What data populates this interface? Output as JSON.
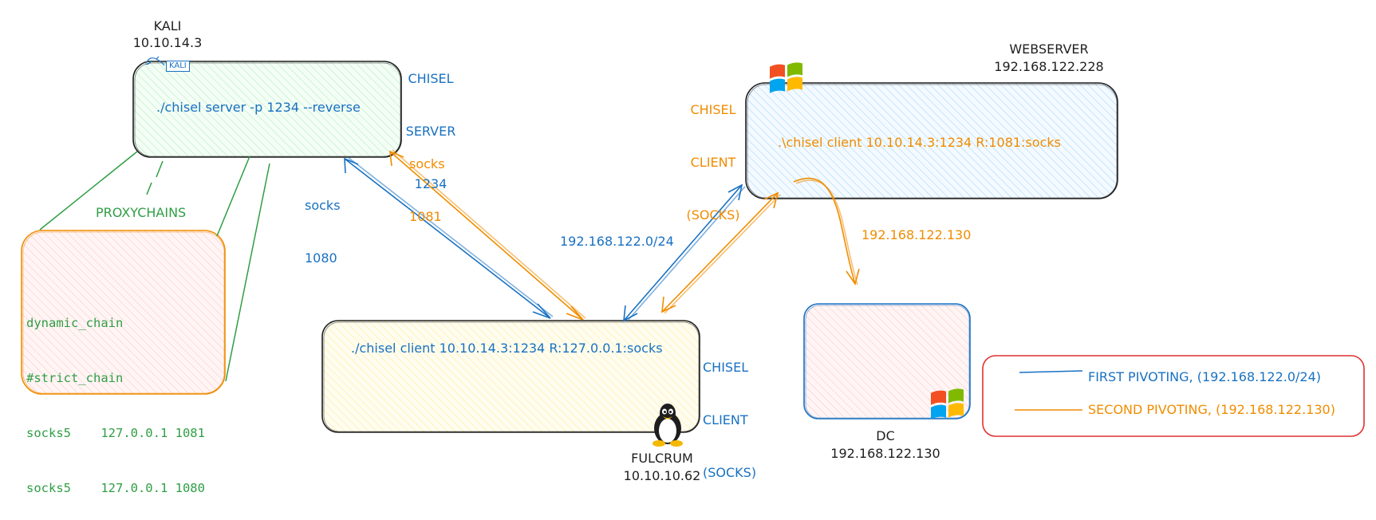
{
  "nodes": {
    "kali": {
      "name": "KALI",
      "ip": "10.10.14.3",
      "badge": "KALI",
      "command": "./chisel server -p 1234 --reverse"
    },
    "chisel_server": {
      "line1": "CHISEL",
      "line2": "SERVER",
      "line3": "1234"
    },
    "socks_1081": {
      "line1": "socks",
      "line2": "1081"
    },
    "socks_1080": {
      "line1": "socks",
      "line2": "1080"
    },
    "proxychains": {
      "title": "PROXYCHAINS",
      "lines": [
        "dynamic_chain",
        "#strict_chain",
        "socks5    127.0.0.1 1081",
        "socks5    127.0.0.1 1080"
      ]
    },
    "fulcrum": {
      "name": "FULCRUM",
      "ip": "10.10.10.62",
      "command": "./chisel client 10.10.14.3:1234 R:127.0.0.1:socks"
    },
    "fulcrum_client": {
      "line1": "CHISEL",
      "line2": "CLIENT",
      "line3": "(SOCKS)"
    },
    "webserver": {
      "name": "WEBSERVER",
      "ip": "192.168.122.228",
      "command": ".\\chisel client 10.10.14.3:1234 R:1081:socks"
    },
    "webserver_client": {
      "line1": "CHISEL",
      "line2": "CLIENT",
      "line3": "(SOCKS)"
    },
    "dc": {
      "name": "DC",
      "ip": "192.168.122.130"
    }
  },
  "edges": {
    "subnet_label": "192.168.122.0/24",
    "dc_label": "192.168.122.130"
  },
  "legend": {
    "first": "FIRST PIVOTING, (192.168.122.0/24)",
    "second": "SECOND PIVOTING, (192.168.122.130)"
  },
  "colors": {
    "blue": "#1971c2",
    "orange": "#f08c00",
    "green": "#2f9e44",
    "red": "#e03131",
    "kali_fill": "#ebfbee",
    "proxychains_fill": "#fff0f0",
    "fulcrum_fill": "#fffbe6",
    "webserver_fill": "#e7f5ff",
    "dc_fill": "#fff0f0"
  },
  "icons": [
    "windows-logo-icon",
    "linux-tux-icon",
    "kali-dragon-icon"
  ]
}
